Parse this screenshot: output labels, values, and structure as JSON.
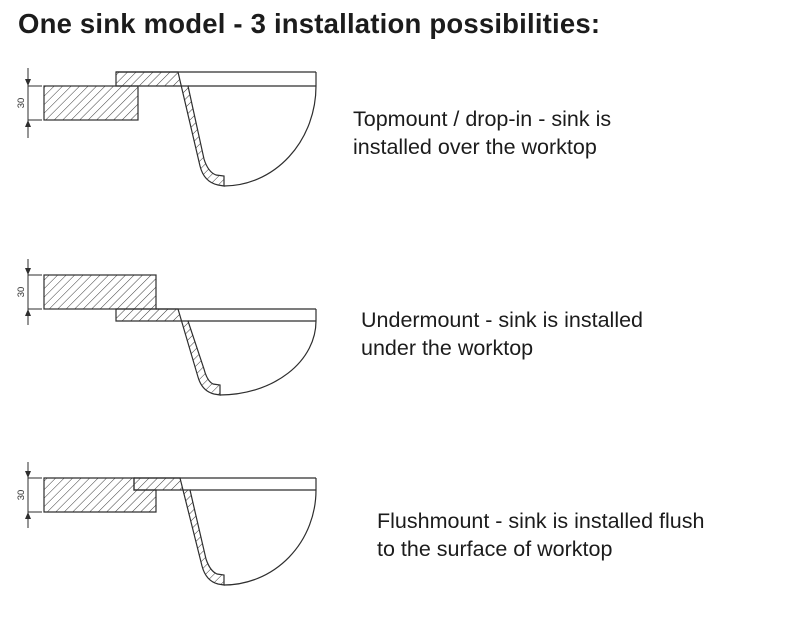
{
  "page": {
    "background": "#ffffff",
    "line_color": "#2e2e2e",
    "text_color": "#1c1c1c"
  },
  "title": "One sink model - 3 installation possibilities:",
  "rows": [
    {
      "id": "topmount",
      "dimension_label": "30",
      "caption": "Topmount / drop-in - sink is installed over the worktop"
    },
    {
      "id": "undermount",
      "dimension_label": "30",
      "caption": "Undermount - sink is installed under the worktop"
    },
    {
      "id": "flushmount",
      "dimension_label": "30",
      "caption": "Flushmount - sink is installed flush to the surface of worktop"
    }
  ]
}
